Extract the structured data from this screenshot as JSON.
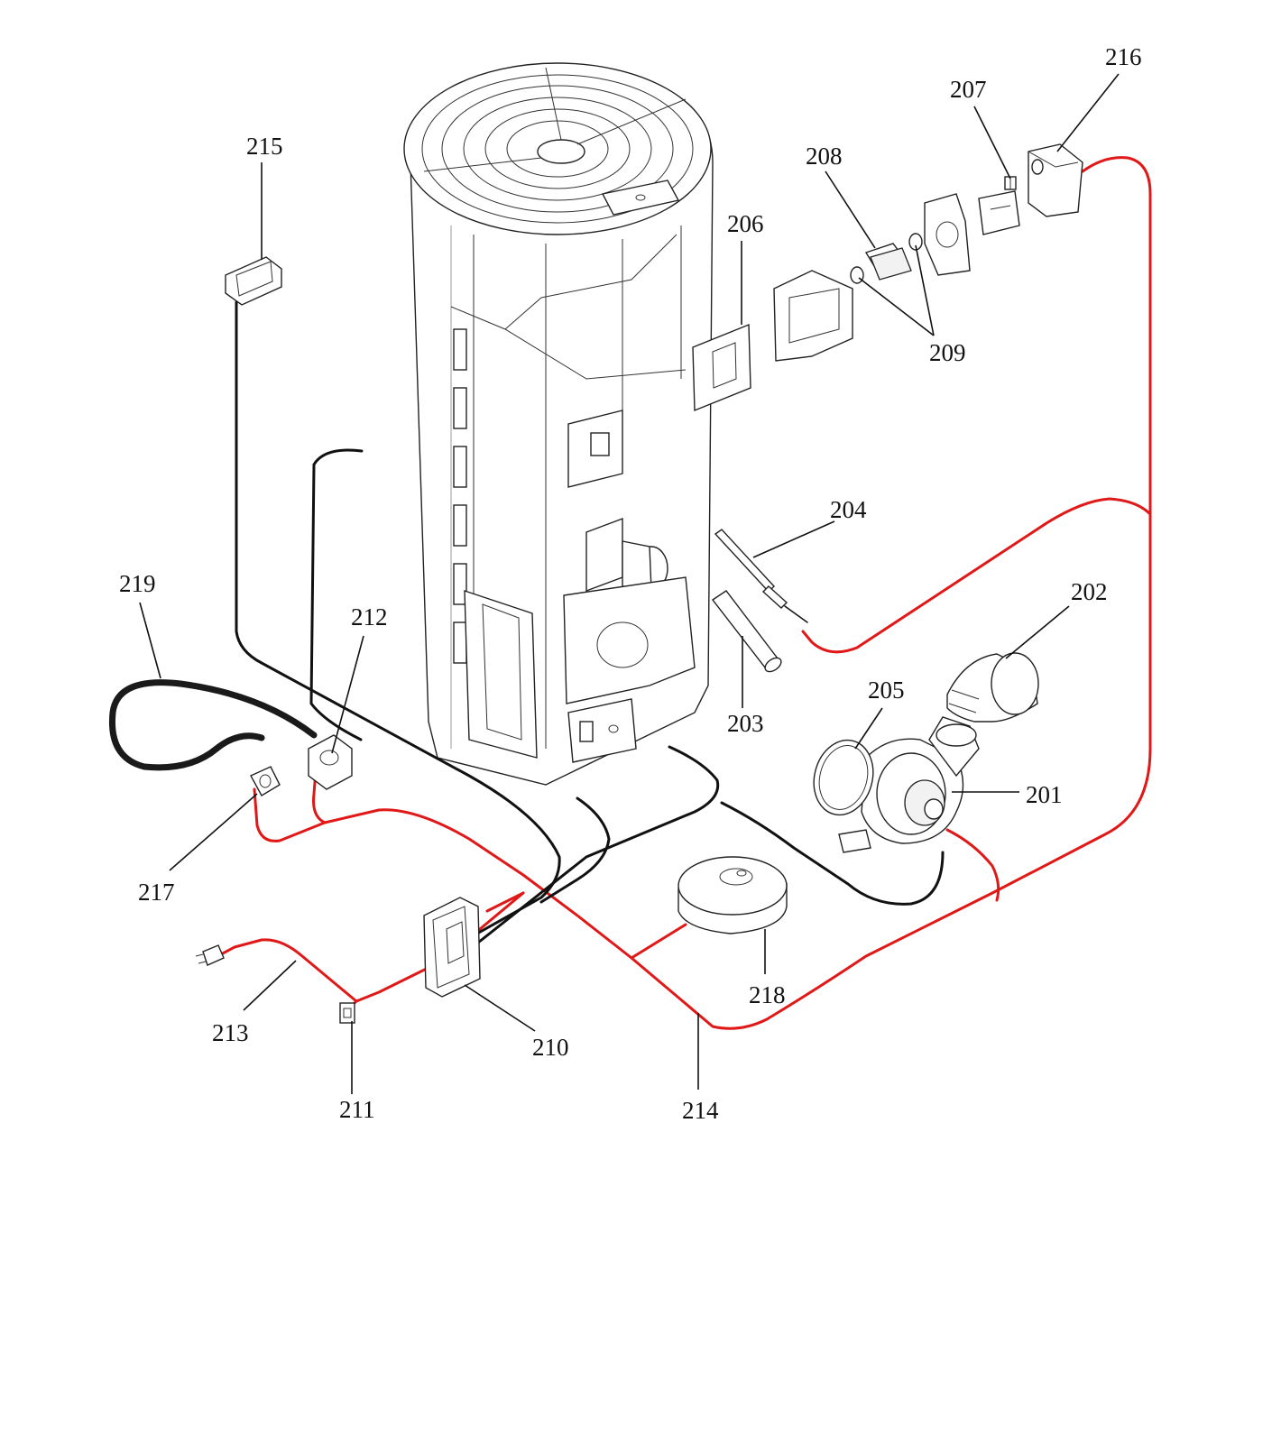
{
  "diagram": {
    "labels": {
      "p201": "201",
      "p202": "202",
      "p203": "203",
      "p204": "204",
      "p205": "205",
      "p206": "206",
      "p207": "207",
      "p208": "208",
      "p209": "209",
      "p210": "210",
      "p211": "211",
      "p212": "212",
      "p213": "213",
      "p214": "214",
      "p215": "215",
      "p216": "216",
      "p217": "217",
      "p218": "218",
      "p219": "219"
    },
    "colors": {
      "wire_power": "#e01818",
      "wire_signal": "#111111",
      "line_art": "#222222",
      "background": "#ffffff"
    }
  }
}
